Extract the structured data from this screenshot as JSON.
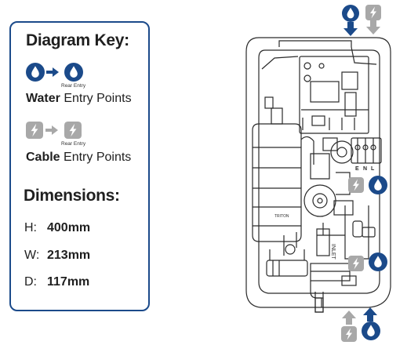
{
  "key": {
    "title": "Diagram Key:",
    "water": {
      "rear_label": "Rear Entry",
      "bold": "Water",
      "rest": "Entry Points"
    },
    "cable": {
      "rear_label": "Rear Entry",
      "bold": "Cable",
      "rest": "Entry Points"
    }
  },
  "dimensions": {
    "title": "Dimensions:",
    "items": [
      {
        "letter": "H:",
        "value": "400mm"
      },
      {
        "letter": "W:",
        "value": "213mm"
      },
      {
        "letter": "D:",
        "value": "117mm"
      }
    ]
  },
  "unit": {
    "brand": "TRITON",
    "inlet": "INLET",
    "terminals": [
      "E",
      "N",
      "L"
    ]
  },
  "colors": {
    "water": "#1b4a8a",
    "cable": "#a8a8a8",
    "border": "#1b4a8a",
    "line": "#2a2a2a"
  }
}
